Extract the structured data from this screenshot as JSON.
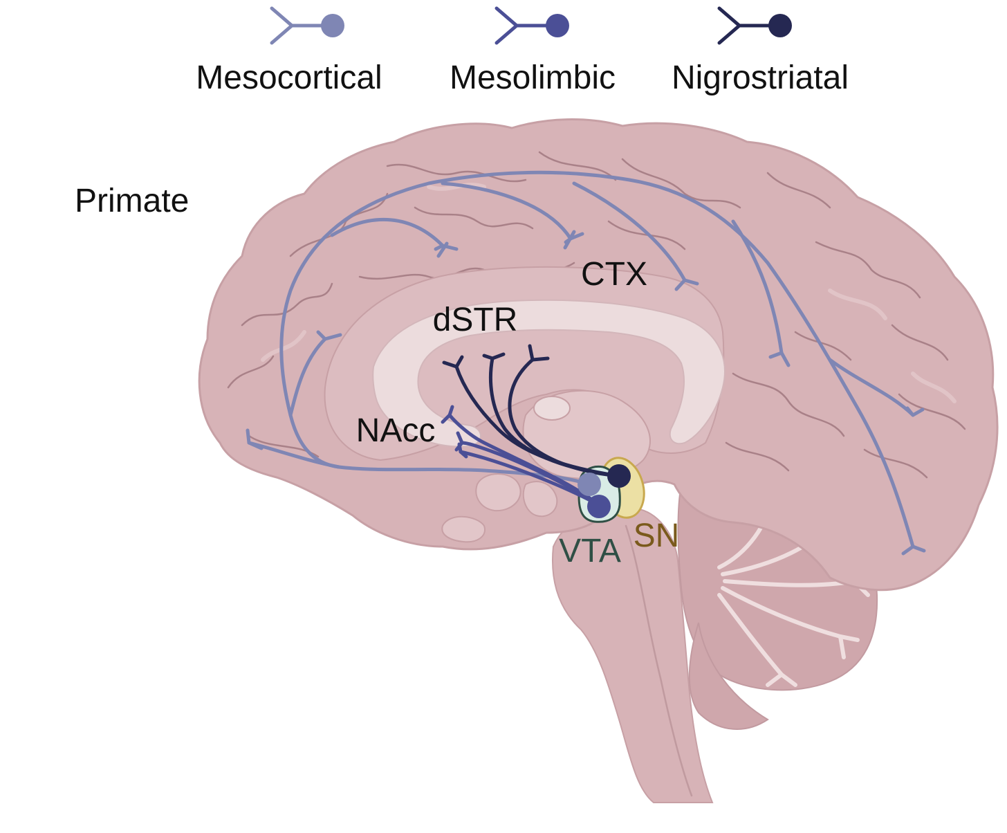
{
  "legend": {
    "items": [
      {
        "label": "Mesocortical",
        "color": "#7f86b4"
      },
      {
        "label": "Mesolimbic",
        "color": "#4b4f96"
      },
      {
        "label": "Nigrostriatal",
        "color": "#252852"
      }
    ]
  },
  "species_label": "Primate",
  "regions": {
    "ctx": "CTX",
    "dstr": "dSTR",
    "nacc": "NAcc",
    "vta": "VTA",
    "sn": "SN"
  },
  "colors": {
    "brain_fill": "#d7b3b7",
    "brain_outline": "#c7a0a5",
    "inner_fill": "#e9d3d5",
    "vta_color": "#2f4f45",
    "vta_fill": "#d9ece6",
    "sn_color": "#7a5a1c",
    "sn_fill": "#ece0a4"
  }
}
